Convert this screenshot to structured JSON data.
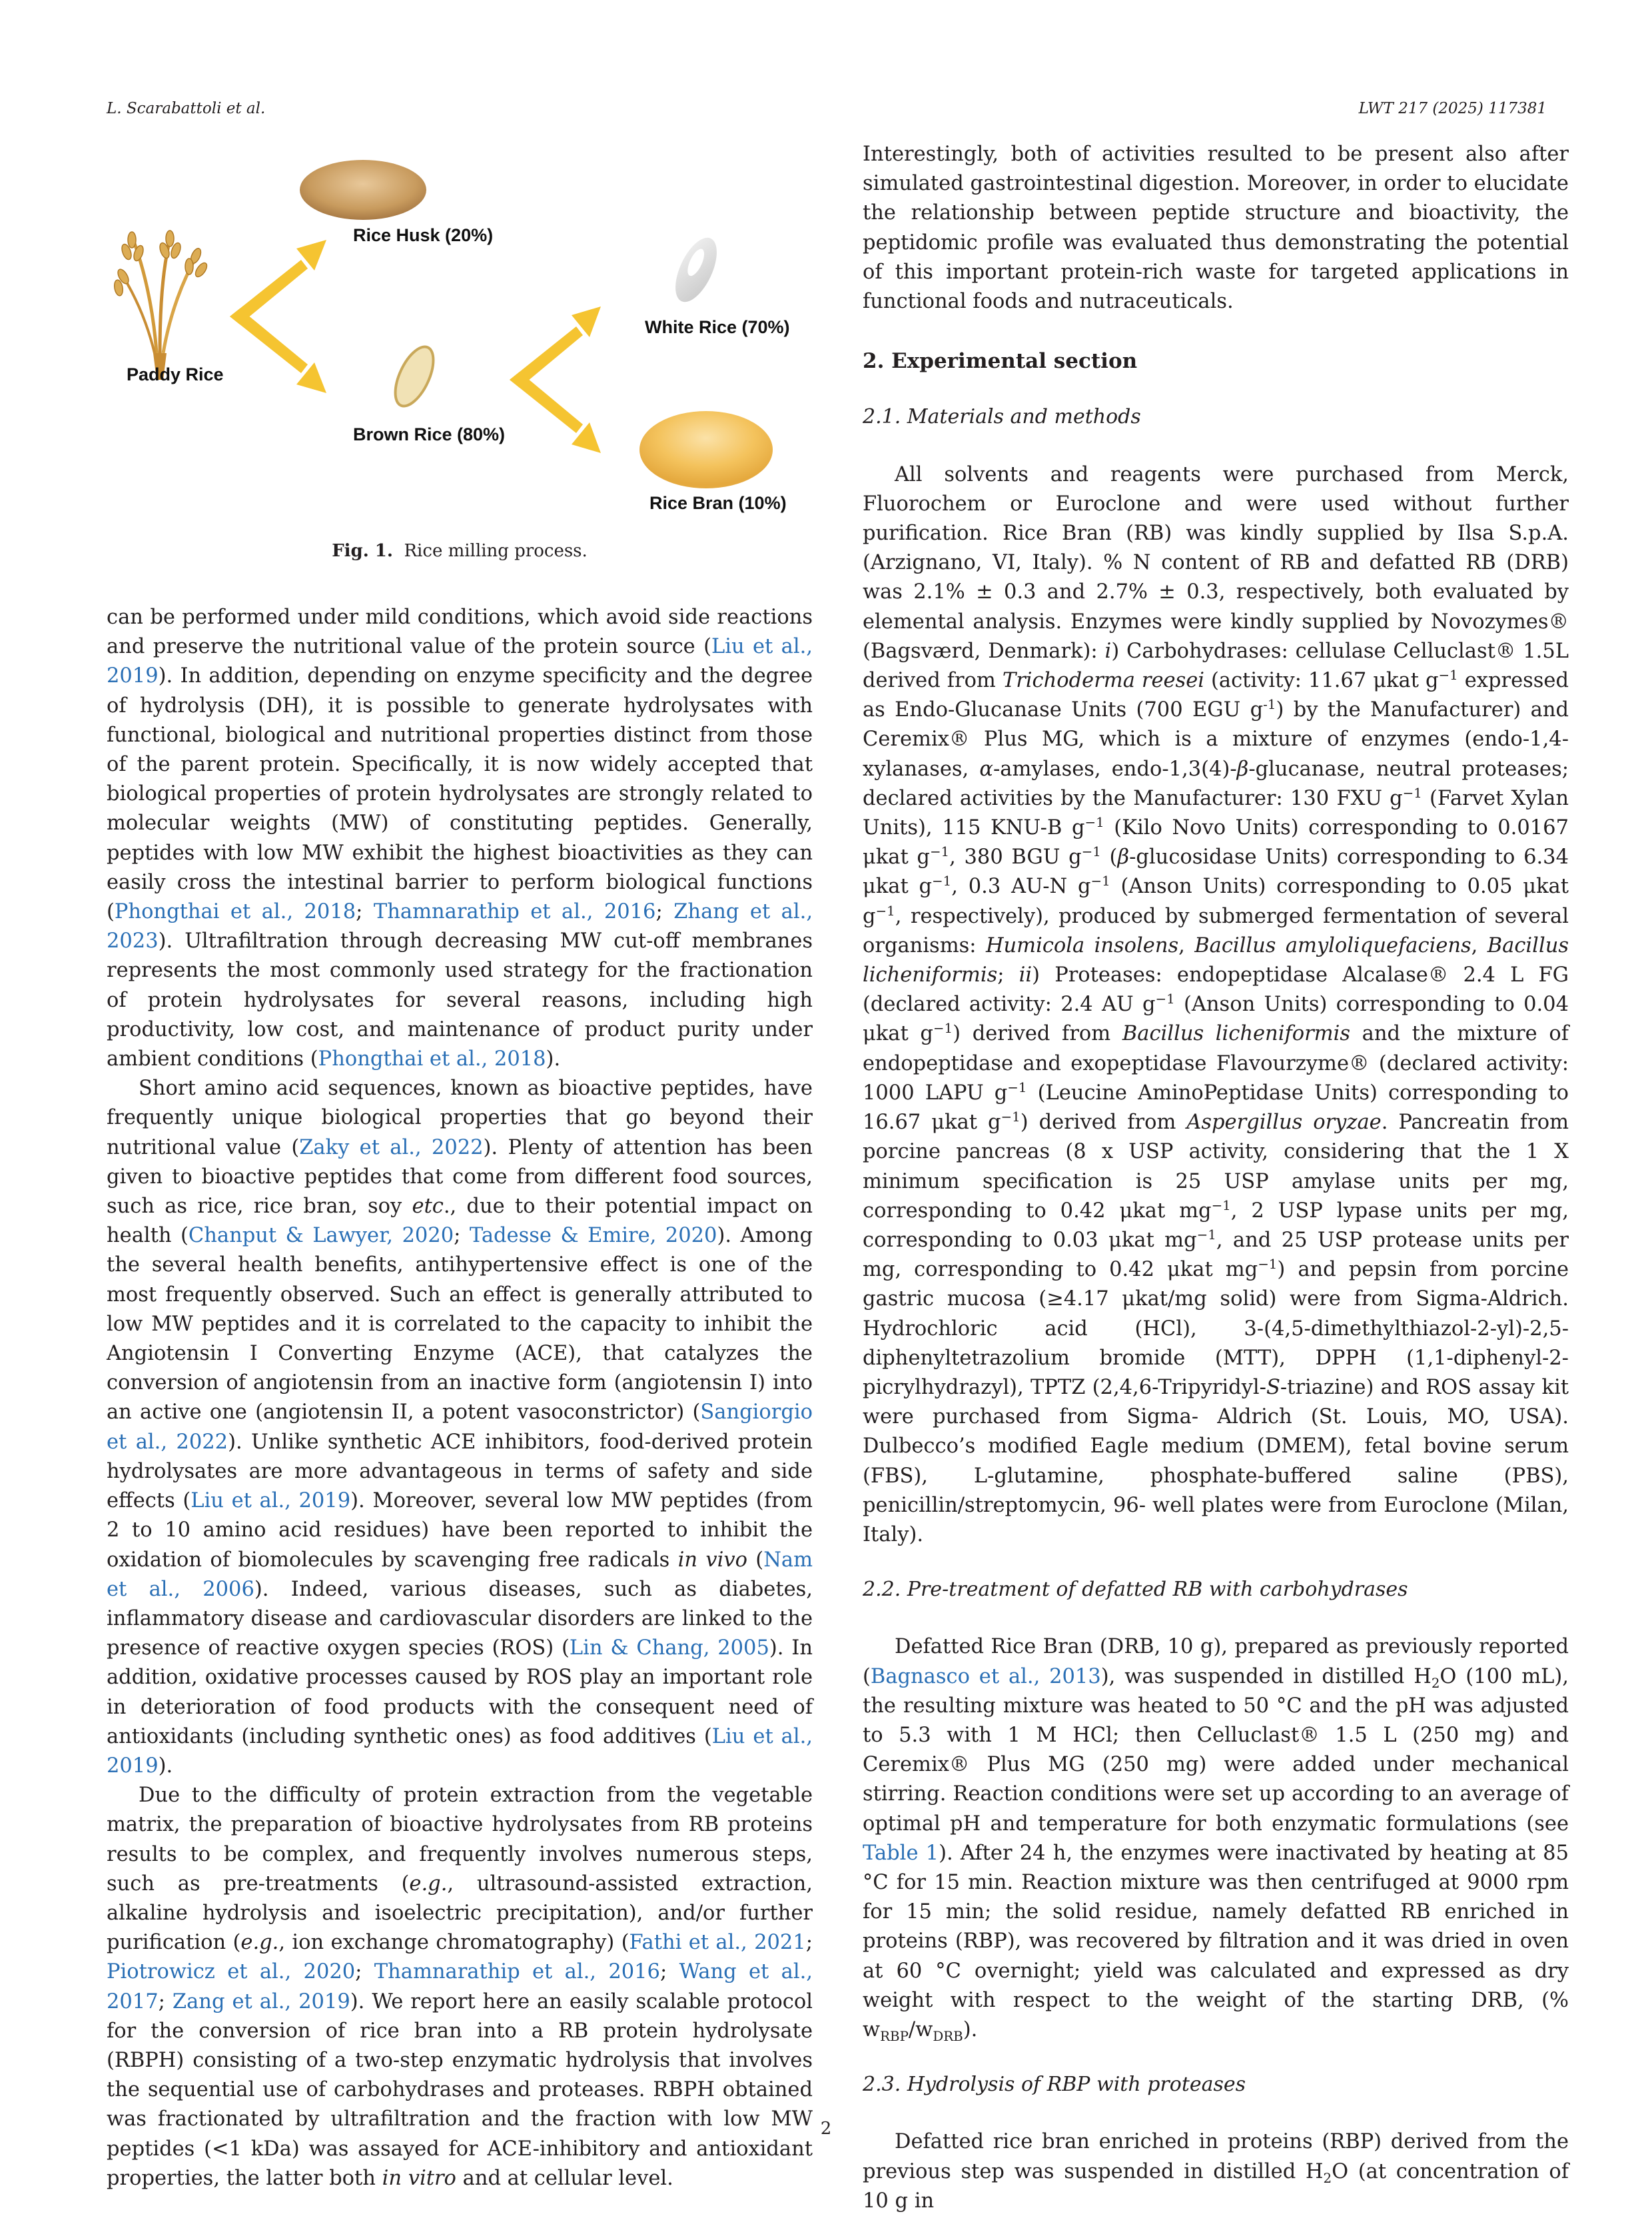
{
  "header": {
    "authors": "L. Scarabattoli et al.",
    "journal": "LWT 217 (2025) 117381"
  },
  "figure": {
    "labels": {
      "paddy": "Paddy Rice",
      "husk": "Rice Husk (20%)",
      "brown": "Brown Rice (80%)",
      "white": "White Rice (70%)",
      "bran": "Rice Bran (10%)"
    },
    "caption_label": "Fig. 1.",
    "caption_text": "Rice milling process."
  },
  "left_col": {
    "p1": [
      "can be performed under mild conditions, which avoid side reactions and preserve the nutritional value of the protein source (",
      "Liu et al., 2019",
      "). In addition, depending on enzyme specificity and the degree of hydrolysis (DH), it is possible to generate hydrolysates with functional, biological and nutritional properties distinct from those of the parent protein. Specifically, it is now widely accepted that biological properties of protein hydrolysates are strongly related to molecular weights (MW) of constituting peptides. Generally, peptides with low MW exhibit the highest bioactivities as they can easily cross the intestinal barrier to perform biological functions (",
      "Phongthai et al., 2018",
      "; ",
      "Thamnarathip et al., 2016",
      "; ",
      "Zhang et al., 2023",
      "). Ultrafiltration through decreasing MW cut-off membranes represents the most commonly used strategy for the fractionation of protein hydrolysates for several reasons, including high productivity, low cost, and maintenance of product purity under ambient conditions (",
      "Phongthai et al., 2018",
      ")."
    ],
    "p2": [
      "Short amino acid sequences, known as bioactive peptides, have frequently unique biological properties that go beyond their nutritional value (",
      "Zaky et al., 2022",
      "). Plenty of attention has been given to bioactive peptides that come from different food sources, such as rice, rice bran, soy ",
      "etc",
      "., due to their potential impact on health (",
      "Chanput & Lawyer, 2020",
      "; ",
      "Tadesse & Emire, 2020",
      "). Among the several health benefits, antihypertensive effect is one of the most frequently observed. Such an effect is generally attributed to low MW peptides and it is correlated to the capacity to inhibit the Angiotensin I Converting Enzyme (ACE), that catalyzes the conversion of angiotensin from an inactive form (angiotensin I) into an active one (angiotensin II, a potent vasoconstrictor) (",
      "Sangiorgio et al., 2022",
      "). Unlike synthetic ACE inhibitors, food-derived protein hydrolysates are more advantageous in terms of safety and side effects (",
      "Liu et al., 2019",
      "). Moreover, several low MW peptides (from 2 to 10 amino acid residues) have been reported to inhibit the oxidation of biomolecules by scavenging free radicals ",
      "in vivo",
      " (",
      "Nam et al., 2006",
      "). Indeed, various diseases, such as diabetes, inflammatory disease and cardiovascular disorders are linked to the presence of reactive oxygen species (ROS) (",
      "Lin & Chang, 2005",
      "). In addition, oxidative processes caused by ROS play an important role in deterioration of food products with the consequent need of antioxidants (including synthetic ones) as food additives (",
      "Liu et al., 2019",
      ")."
    ],
    "p3": [
      "Due to the difficulty of protein extraction from the vegetable matrix, the preparation of bioactive hydrolysates from RB proteins results to be complex, and frequently involves numerous steps, such as pre-treatments (",
      "e.g.",
      ", ultrasound-assisted extraction, alkaline hydrolysis and isoelectric precipitation), and/or further purification (",
      "e.g.",
      ", ion exchange chromatography) (",
      "Fathi et al., 2021",
      "; ",
      "Piotrowicz et al., 2020",
      "; ",
      "Thamnarathip et al., 2016",
      "; ",
      "Wang et al., 2017",
      "; ",
      "Zang et al., 2019",
      "). We report here an easily scalable protocol for the conversion of rice bran into a RB protein hydrolysate (RBPH) consisting of a two-step enzymatic hydrolysis that involves the sequential use of carbohydrases and proteases. RBPH obtained was fractionated by ultrafiltration and the fraction with low MW peptides (<1 kDa) was assayed for ACE-inhibitory and antioxidant properties, the latter both ",
      "in vitro",
      " and at cellular level."
    ]
  },
  "right_col": {
    "p0": "Interestingly, both of activities resulted to be present also after simulated gastrointestinal digestion. Moreover, in order to elucidate the relationship between peptide structure and bioactivity, the peptidomic profile was evaluated thus demonstrating the potential of this important protein-rich waste for targeted applications in functional foods and nutraceuticals.",
    "sec2": "2.  Experimental section",
    "sub21": "2.1.  Materials and methods",
    "p21": [
      "All solvents and reagents were purchased from Merck, Fluorochem or Euroclone and were used without further purification. Rice Bran (RB) was kindly supplied by Ilsa S.p.A. (Arzignano, VI, Italy). % N content of RB and defatted RB (DRB) was 2.1% ± 0.3 and 2.7% ± 0.3, respectively, both evaluated by elemental analysis. Enzymes were kindly supplied by Novozymes® (Bagsværd, Denmark): ",
      "i",
      ") Carbohydrases: cellulase Celluclast® 1.5L derived from ",
      "Trichoderma reesei",
      " (activity: 11.67 μkat g",
      "−1",
      " expressed as Endo-Glucanase Units (700 EGU g",
      "-1",
      ") by the Manufacturer) and Ceremix® Plus MG, which is a mixture of enzymes (endo-1,4-xylanases, ",
      "α",
      "-amylases, endo-1,3(4)-",
      "β",
      "-glucanase, neutral proteases; declared activities by the Manufacturer: 130 FXU g",
      "−1",
      " (Farvet Xylan Units), 115 KNU-B g",
      "−1",
      " (Kilo Novo Units) corresponding to 0.0167 μkat g",
      "−1",
      ", 380 BGU g",
      "−1",
      " (",
      "β",
      "-glucosidase Units) corresponding to 6.34 μkat g",
      "−1",
      ", 0.3 AU-N g",
      "−1",
      " (Anson Units) corresponding to 0.05 μkat g",
      "−1",
      ", respectively), produced by submerged fermentation of several organisms: ",
      "Humicola insolens",
      ", ",
      "Bacillus amyloliquefaciens",
      ", ",
      "Bacillus licheniformis",
      "; ",
      "ii",
      ") Proteases: endopeptidase Alcalase® 2.4 L FG (declared activity: 2.4 AU g",
      "−1",
      " (Anson Units) corresponding to 0.04 μkat g",
      "−1",
      ") derived from ",
      "Bacillus licheniformis",
      " and the mixture of endopeptidase and exopeptidase Flavourzyme® (declared activity: 1000 LAPU g",
      "−1",
      " (Leucine AminoPeptidase Units) corresponding to 16.67 μkat g",
      "−1",
      ") derived from ",
      "Aspergillus oryzae",
      ". Pancreatin from porcine pancreas (8 x USP activity, considering that the 1 X minimum specification is 25 USP amylase units per mg, corresponding to 0.42 μkat mg",
      "−1",
      ", 2 USP lypase units per mg, corresponding to 0.03 μkat mg",
      "−1",
      ", and 25 USP protease units per mg, corresponding to 0.42 μkat mg",
      "−1",
      ") and pepsin from porcine gastric mucosa (≥4.17 μkat/mg solid) were from Sigma-Aldrich. Hydrochloric acid (HCl), 3-(4,5-dimethylthiazol-2-yl)-2,5- diphenyltetrazolium bromide (MTT), DPPH (1,1-diphenyl-2-picrylhydrazyl), TPTZ (2,4,6-Tripyridyl-",
      "S",
      "-triazine) and ROS assay kit were purchased from Sigma- Aldrich (St. Louis, MO, USA). Dulbecco’s modified Eagle medium (DMEM), fetal bovine serum (FBS), L-glutamine, phosphate-buffered saline (PBS), penicillin/streptomycin, 96- well plates were from Euroclone (Milan, Italy)."
    ],
    "sub22": "2.2.  Pre-treatment of defatted RB with carbohydrases",
    "p22": [
      "Defatted Rice Bran (DRB, 10 g), prepared as previously reported (",
      "Bagnasco et al., 2013",
      "), was suspended in distilled H",
      "2",
      "O (100 mL), the resulting mixture was heated to 50 °C and the pH was adjusted to 5.3 with 1 M HCl; then Celluclast® 1.5 L (250 mg) and Ceremix® Plus MG (250 mg) were added under mechanical stirring. Reaction conditions were set up according to an average of optimal pH and temperature for both enzymatic formulations (see ",
      "Table 1",
      "). After 24 h, the enzymes were inactivated by heating at 85 °C for 15 min. Reaction mixture was then centrifuged at 9000 rpm for 15 min; the solid residue, namely defatted RB enriched in proteins (RBP), was recovered by filtration and it was dried in oven at 60 °C overnight; yield was calculated and expressed as dry weight with respect to the weight of the starting DRB, (% w",
      "RBP",
      "/w",
      "DRB",
      ")."
    ],
    "sub23": "2.3.  Hydrolysis of RBP with proteases",
    "p23": [
      "Defatted rice bran enriched in proteins (RBP) derived from the previous step was suspended in distilled H",
      "2",
      "O (at concentration of 10 g in"
    ]
  },
  "page_number": "2"
}
